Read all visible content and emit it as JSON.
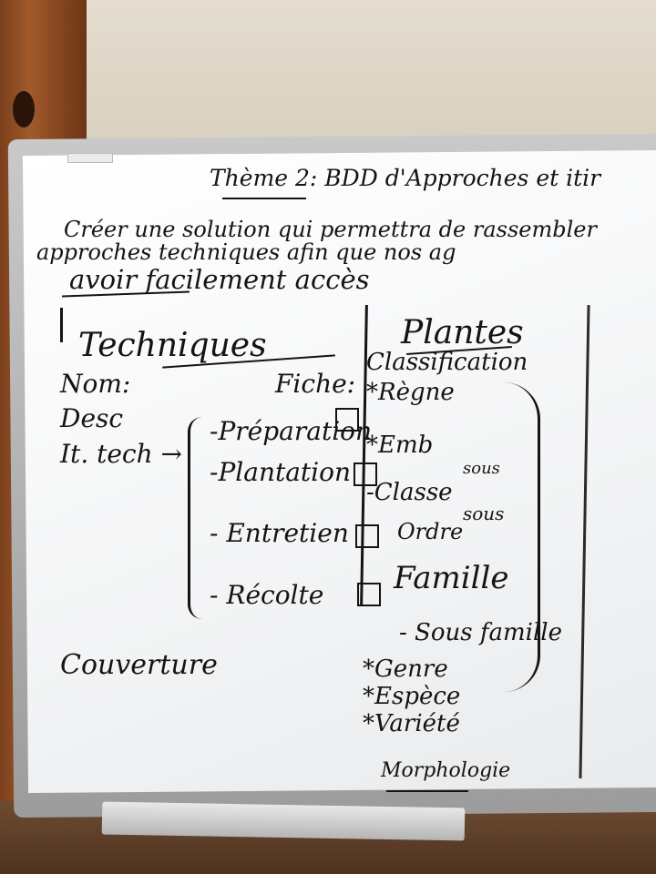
{
  "board": {
    "title": "Thème 2: BDD d'Approches et itir",
    "line1": "Créer une solution qui permettra de rassembler",
    "line2": "approches techniques afin que nos ag",
    "line3": "avoir facilement accès"
  },
  "techniques": {
    "heading": "Techniques",
    "fields": {
      "nom": "Nom:",
      "fiche": "Fiche:",
      "desc": "Desc",
      "it_tech": "It. tech →"
    },
    "steps": [
      "-Préparation",
      "-Plantation",
      "- Entretien",
      "- Récolte"
    ],
    "couverture": "Couverture"
  },
  "plantes": {
    "heading": "Plantes",
    "items": {
      "classification": "Classification",
      "regne": "*Règne",
      "embranchement": "*Emb",
      "classe": "-Classe",
      "sous_classe": "sous",
      "ordre": "Ordre",
      "sous_ordre": "sous",
      "famille": "Famille",
      "sous_famille": "- Sous famille",
      "genre": "*Genre",
      "espece": "*Espèce",
      "variete": "*Variété",
      "morphologie": "Morphologie"
    }
  }
}
